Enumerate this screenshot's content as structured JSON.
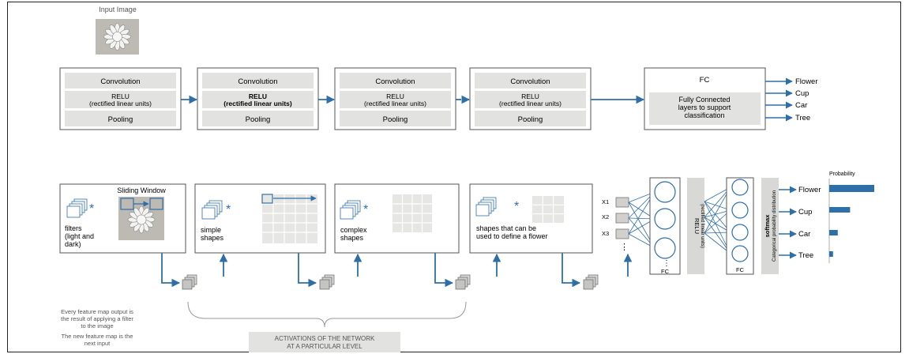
{
  "input_image": {
    "label": "Input Image"
  },
  "top_row": {
    "blocks": [
      {
        "conv": "Convolution",
        "relu_1": "RELU",
        "relu_2": "(rectified linear units)",
        "pool": "Pooling"
      },
      {
        "conv": "Convolution",
        "relu_1": "RELU",
        "relu_2": "(rectified linear units)",
        "pool": "Pooling"
      },
      {
        "conv": "Convolution",
        "relu_1": "RELU",
        "relu_2": "(rectified linear units)",
        "pool": "Pooling"
      },
      {
        "conv": "Convolution",
        "relu_1": "RELU",
        "relu_2": "(rectified linear units)",
        "pool": "Pooling"
      }
    ],
    "fc": {
      "title": "FC",
      "line1": "Fully Connected",
      "line2": "layers to support",
      "line3": "classification"
    },
    "outputs": [
      "Flower",
      "Cup",
      "Car",
      "Tree"
    ]
  },
  "bottom_row": {
    "sliding_window": "Sliding Window",
    "stage1": {
      "line1": "filters",
      "line2": "(light and",
      "line3": "dark)"
    },
    "stage2": {
      "line1": "simple",
      "line2": "shapes"
    },
    "stage3": {
      "line1": "complex",
      "line2": "shapes"
    },
    "stage4": {
      "line1": "shapes that can be",
      "line2": "used to define a flower"
    },
    "asterisk": "*",
    "x_labels": [
      "X1",
      "X2",
      "X3"
    ],
    "ellipsis": "⋮",
    "relu_vertical": {
      "line1": "RELU",
      "line2": "(rectified linear units)"
    },
    "softmax_vertical": {
      "line1": "softmax",
      "line2": "Categorical probability distribution"
    },
    "fc_label_1": "FC",
    "fc_label_2": "FC",
    "probability_title": "Probability",
    "outputs": [
      "Flower",
      "Cup",
      "Car",
      "Tree"
    ],
    "probabilities": [
      0.95,
      0.44,
      0.18,
      0.08
    ]
  },
  "notes": {
    "note1_line1": "Every feature map output is",
    "note1_line2": "the result of applying a filter",
    "note1_line3": "to the image",
    "note2_line1": "The new feature map is the",
    "note2_line2": "next input"
  },
  "activations": {
    "line1": "ACTIVATIONS OF THE NETWORK",
    "line2": "AT A PARTICULAR LEVEL"
  },
  "colors": {
    "arrow": "#2f6fa8",
    "panel": "#e2e2e0",
    "border": "#555555",
    "text": "#3a3a3a"
  }
}
